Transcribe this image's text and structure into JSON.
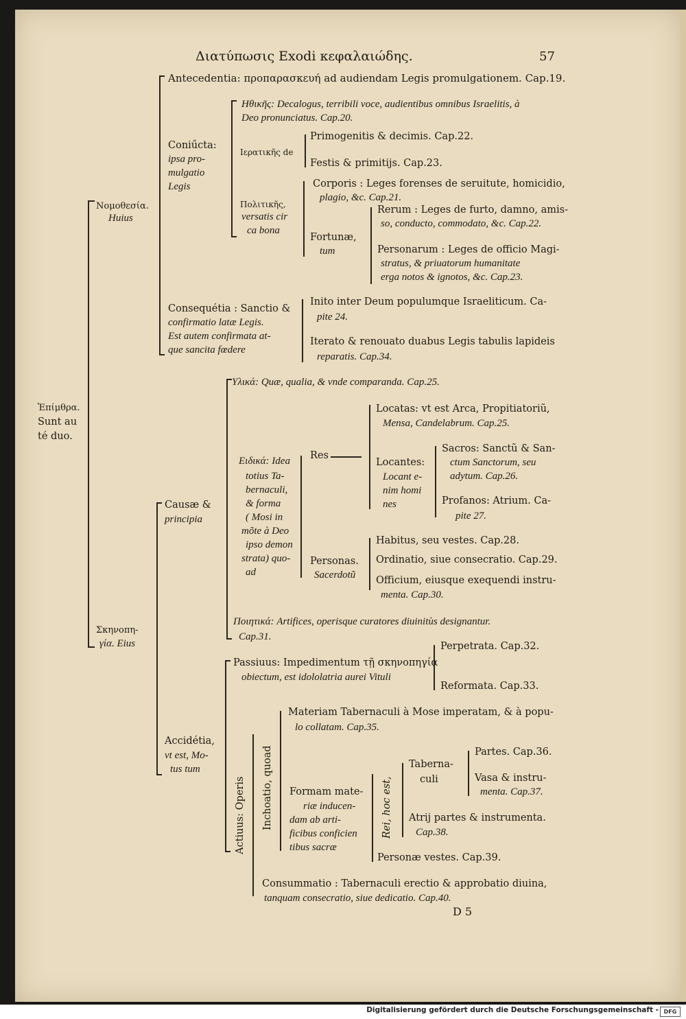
{
  "page": {
    "running_head": "Διατύπωσις Exodi κεφαλαιώδης.",
    "page_number": "57",
    "signature": "D 5"
  },
  "tree": {
    "root": {
      "line1": "Ἐπίμθρα.",
      "line2": "Sunt au",
      "line3": "té duo."
    },
    "nomothesia": {
      "line1": "Νομοθεσία.",
      "line2": "Huius"
    },
    "antecedentia": "Antecedentia: προπαρασκευή ad audiendam Legis promulgationem. Cap.19.",
    "coniuncta": {
      "line1": "Coniűcta:",
      "line2": "ipsa pro-",
      "line3": "mulgatio",
      "line4": "Legis"
    },
    "ethikes": {
      "line1": "Ηθικῆς: Decalogus, terribili voce, audientibus omnibus Israelitis, à",
      "line2": "Deo pronunciatus. Cap.20."
    },
    "hieratikes": "Ιερατικῆς de",
    "primogenitis": "Primogenitis & decimis. Cap.22.",
    "festis": "Festis & primitijs. Cap.23.",
    "politikes": {
      "line1": "Πολιτικῆς,",
      "line2": "versatis cir",
      "line3": "ca bona"
    },
    "corporis": {
      "line1": "Corporis : Leges forenses de seruitute, homicidio,",
      "line2": "plagio, &c. Cap.21."
    },
    "fortunae": {
      "line1": "Fortunæ,",
      "line2": "tum"
    },
    "rerum": {
      "line1": "Rerum : Leges de furto, damno, amis-",
      "line2": "so, conducto, commodato, &c. Cap.22."
    },
    "personarum": {
      "line1": "Personarum : Leges de officio Magi-",
      "line2": "stratus, & priuatorum humanitate",
      "line3": "erga notos & ignotos, &c. Cap.23."
    },
    "consequentia": {
      "line1": "Consequétia : Sanctio &",
      "line2": "confirmatio latæ Legis.",
      "line3": "Est autem confirmata at-",
      "line4": "que sancita fœdere"
    },
    "inito": {
      "line1": "Inito inter Deum populumque Israeliticum. Ca-",
      "line2": "pite 24."
    },
    "iterato": {
      "line1": "Iterato & renouato duabus Legis tabulis lapideis",
      "line2": "reparatis. Cap.34."
    },
    "skenopegia": {
      "line1": "Σκηνοπη-",
      "line2": "γία. Eius"
    },
    "hylika": "Υλικά: Quæ, qualia, & vnde comparanda. Cap.25.",
    "causae": {
      "line1": "Causæ &",
      "line2": "principia"
    },
    "eidika": {
      "line1": "Ειδικά: Idea",
      "line2": "totius Ta-",
      "line3": "bernaculi,",
      "line4": "& forma",
      "line5": "( Mosi in",
      "line6": "mõte à Deo",
      "line7": "ipso demon",
      "line8": "strata) quo-",
      "line9": "ad"
    },
    "res": "Res",
    "locatas": {
      "line1": "Locatas: vt est Arca, Propitiatoriũ,",
      "line2": "Mensa, Candelabrum. Cap.25."
    },
    "locantes": {
      "line1": "Locantes:",
      "line2": "Locant e-",
      "line3": "nim homi",
      "line4": "nes"
    },
    "sacros": {
      "line1": "Sacros: Sanctũ & San-",
      "line2": "ctum Sanctorum, seu",
      "line3": "adytum. Cap.26."
    },
    "profanos": {
      "line1": "Profanos: Atrium. Ca-",
      "line2": "pite 27."
    },
    "personas": {
      "line1": "Personas.",
      "line2": "Sacerdotũ"
    },
    "habitus": "Habitus, seu vestes. Cap.28.",
    "ordinatio": "Ordinatio, siue consecratio. Cap.29.",
    "officium": {
      "line1": "Officium, eiusque exequendi instru-",
      "line2": "menta. Cap.30."
    },
    "poietika": {
      "line1": "Ποιητικά: Artifices, operisque curatores diuinitùs designantur.",
      "line2": "Cap.31."
    },
    "accidentia": {
      "line1": "Accidétia,",
      "line2": "vt est, Mo-",
      "line3": "tus tum"
    },
    "passiuus": {
      "line1": "Passiuus: Impedimentum τῇ σκηνοπηγίᾳ",
      "line2": "obiectum, est idololatria aurei Vituli"
    },
    "perpetrata": "Perpetrata. Cap.32.",
    "reformata": "Reformata. Cap.33.",
    "actiuus": "Actiuus: Operis",
    "inchoatio": "Inchoatio, quoad",
    "materiam": {
      "line1": "Materiam Tabernaculi à Mose imperatam, & à popu-",
      "line2": "lo collatam. Cap.35."
    },
    "formam": {
      "line1": "Formam mate-",
      "line2": "riæ inducen-",
      "line3": "dam ab arti-",
      "line4": "ficibus conficien",
      "line5": "tibus sacræ"
    },
    "rei_hoc_est": "Rei, hoc est,",
    "tabernaculi": {
      "line1": "Taberna-",
      "line2": "culi"
    },
    "partes": "Partes. Cap.36.",
    "vasa": {
      "line1": "Vasa & instru-",
      "line2": "menta. Cap.37."
    },
    "atrij": {
      "line1": "Atrij partes & instrumenta.",
      "line2": "Cap.38."
    },
    "personae_vestes": "Personæ vestes. Cap.39.",
    "consummatio": {
      "line1": "Consummatio : Tabernaculi erectio & approbatio diuina,",
      "line2": "tanquam consecratio, siue dedicatio. Cap.40."
    }
  },
  "footer": {
    "text": "Digitalisierung gefördert durch die Deutsche Forschungsgemeinschaft -",
    "logo": "DFG"
  }
}
